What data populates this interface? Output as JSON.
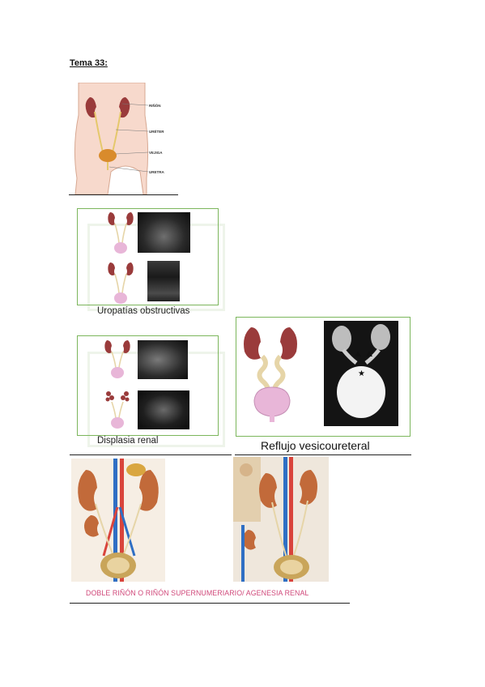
{
  "page": {
    "title": "Tema 33:"
  },
  "figure1": {
    "labels": {
      "kidney": "RIÑÓN",
      "ureter": "URÉTER",
      "bladder": "VEJIGA",
      "urethra": "URETRA"
    }
  },
  "sections": {
    "obstructive_caption": "Uropatías obstructivas",
    "dysplasia_caption": "Displasia renal",
    "reflux_caption": "Reflujo vesicoureteral",
    "double_kidney_caption": "DOBLE RIÑÓN O RIÑÓN SUPERNUMERIARIO/ AGENESIA RENAL"
  },
  "colors": {
    "frame_green": "#7cb65c",
    "caption_pink": "#d0487a",
    "kidney": "#9a3b3b",
    "bladder": "#e8b6d8"
  }
}
